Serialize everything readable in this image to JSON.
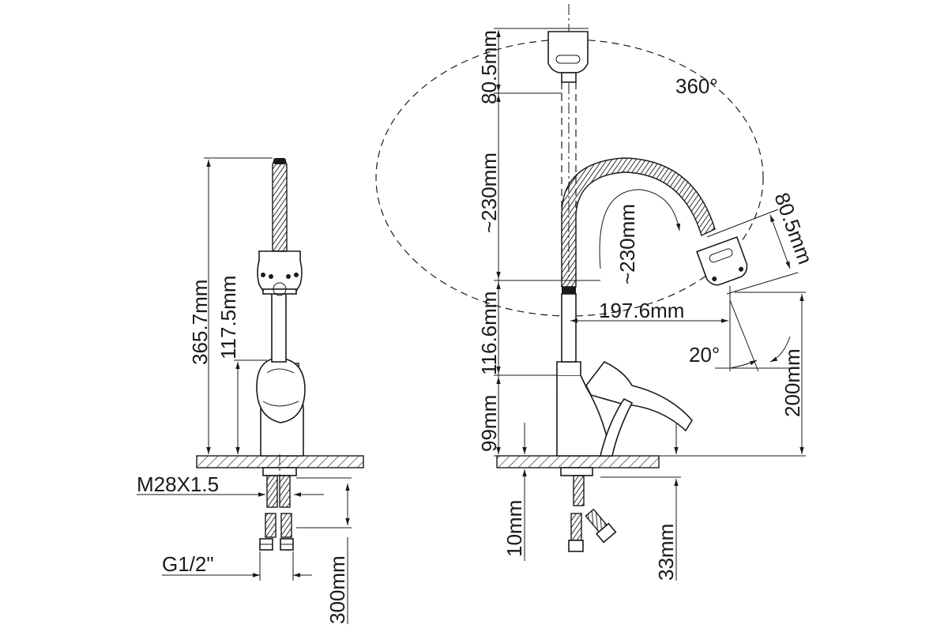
{
  "left_view": {
    "dim_total_height": "365.7mm",
    "dim_head_height": "117.5mm",
    "thread_main": "M28X1.5",
    "thread_hose": "G1/2\"",
    "dim_hose_length": "300mm"
  },
  "right_view": {
    "dim_head_length_top": "80.5mm",
    "dim_hose_reach_vertical": "~230mm",
    "dim_spout_height": "116.6mm",
    "dim_body_height": "99mm",
    "dim_base_thickness": "10mm",
    "dim_head_length_side": "80.5mm",
    "dim_hose_reach_side": "~230mm",
    "rotation_angle": "360°",
    "dim_spout_reach": "197.6mm",
    "tilt_angle": "20°",
    "dim_outlet_height": "200mm",
    "dim_mount_depth": "33mm"
  }
}
